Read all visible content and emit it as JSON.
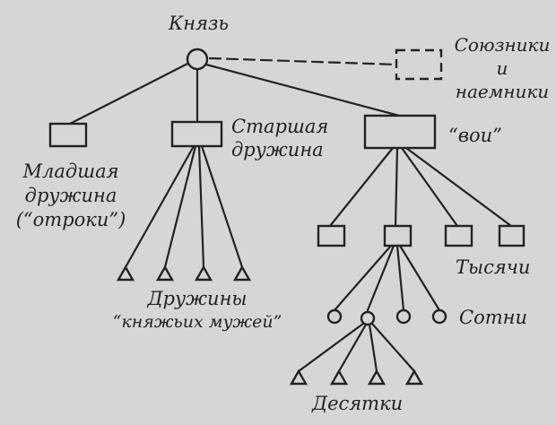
{
  "labels": {
    "prince": "Князь",
    "allies_1": "Союзники",
    "allies_2": "и",
    "allies_3": "наемники",
    "senior_1": "Старшая",
    "senior_2": "дружина",
    "junior_1": "Младшая",
    "junior_2": "дружина",
    "junior_3": "(“отроки”)",
    "warriors": "“вои”",
    "thousands": "Тысячи",
    "hundreds": "Сотни",
    "retinues_1": "Дружины",
    "retinues_2": "“княжьих мужей”",
    "tens": "Десятки"
  }
}
